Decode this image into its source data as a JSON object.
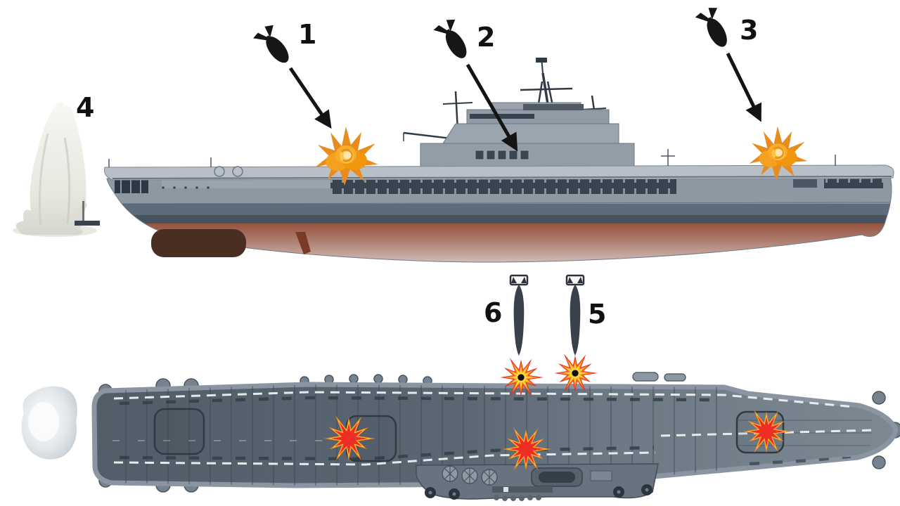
{
  "diagram": {
    "callouts": [
      {
        "label": "1",
        "icon": "bomb-icon"
      },
      {
        "label": "2",
        "icon": "bomb-icon"
      },
      {
        "label": "3",
        "icon": "bomb-icon"
      },
      {
        "label": "4",
        "icon": "water-splash-icon"
      },
      {
        "label": "5",
        "icon": "torpedo-icon"
      },
      {
        "label": "6",
        "icon": "torpedo-icon"
      }
    ],
    "views": [
      {
        "name": "carrier-side-profile"
      },
      {
        "name": "carrier-deck-plan"
      }
    ],
    "colors": {
      "background": "#ffffff",
      "label_text": "#111111",
      "bomb_black": "#161616",
      "arrow_black": "#141414",
      "torpedo_body": "#3a404c",
      "burst_red": "#ee2e24",
      "burst_orange": "#f6891f",
      "burst_yellow": "#ffd43b",
      "fireball_orange": "#f6a01f",
      "fireball_core": "#fde6ad",
      "flight_deck_gray": "#b8bfc6",
      "hull_upper_gray": "#8d98a3",
      "hull_mid_gray": "#5d6b7a",
      "hull_dark_gray": "#45525f",
      "hull_bottom_red": "#8a4731",
      "deck_plan_gray": "#5f6c78",
      "deck_marking_white": "#eef1f3",
      "splash_white": "#efefe9"
    }
  }
}
